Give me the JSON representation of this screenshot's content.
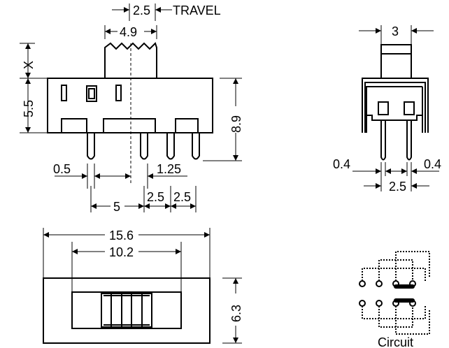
{
  "labels": {
    "travel_value": "2.5",
    "travel_text": "TRAVEL",
    "slider_width": "4.9",
    "x_height": "X",
    "body_height": "5.5",
    "total_height": "8.9",
    "pin_width": "0.5",
    "pin_offset": "1.25",
    "pin_spacing_first": "5",
    "pin_spacing_mid": "2.5",
    "pin_spacing_last": "2.5",
    "length": "15.6",
    "slot_length": "10.2",
    "width": "6.3",
    "side_top": "3",
    "side_pin_left": "0.4",
    "side_pin_right": "0.4",
    "side_pin_spacing": "2.5",
    "circuit": "Circuit"
  }
}
